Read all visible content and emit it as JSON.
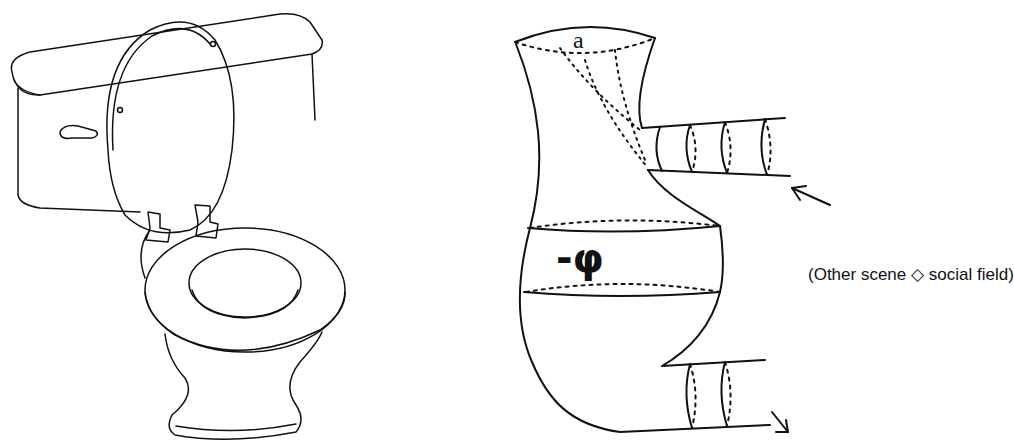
{
  "diagram": {
    "labels": [
      "a",
      "-φ",
      "(Other scene ◇ social field)"
    ]
  }
}
